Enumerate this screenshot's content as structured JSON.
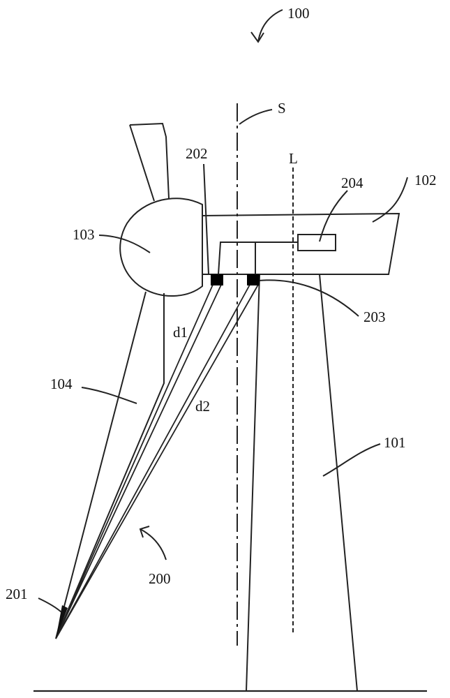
{
  "labels": {
    "assembly": "100",
    "tower": "101",
    "nacelle": "102",
    "hub": "103",
    "blade": "104",
    "system": "200",
    "blade_tip_target": "201",
    "sensor_front": "202",
    "sensor_rear": "203",
    "controller": "204",
    "plane_s": "S",
    "line_l": "L",
    "distance_1": "d1",
    "distance_2": "d2"
  },
  "colors": {
    "line": "#222222",
    "sensor_fill": "#000000",
    "background": "#ffffff"
  }
}
